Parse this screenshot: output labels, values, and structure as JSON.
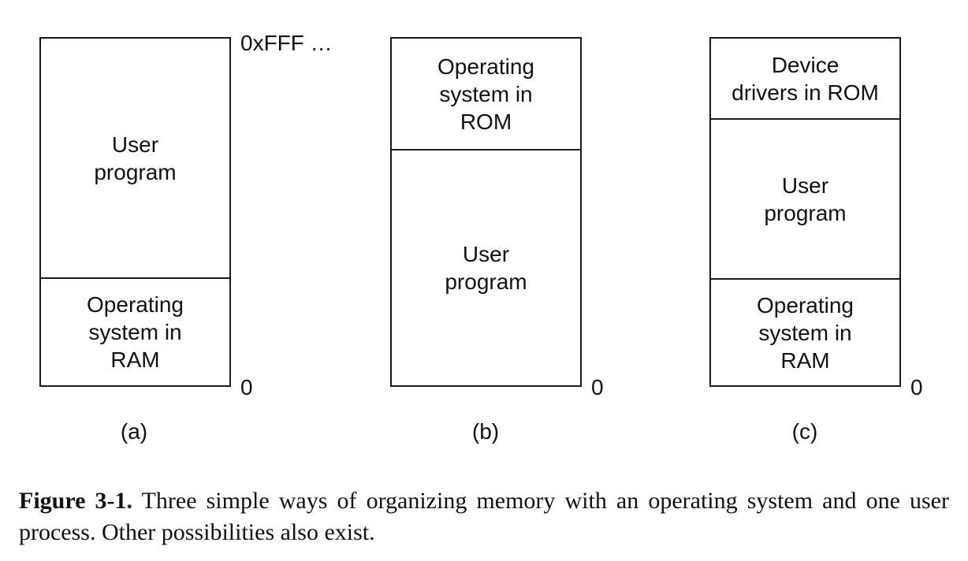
{
  "diagrams": {
    "a": {
      "label": "(a)",
      "regions": [
        "User\nprogram",
        "Operating\nsystem in\nRAM"
      ],
      "top_address": "0xFFF …",
      "bottom_address": "0"
    },
    "b": {
      "label": "(b)",
      "regions": [
        "Operating\nsystem in\nROM",
        "User\nprogram"
      ],
      "bottom_address": "0"
    },
    "c": {
      "label": "(c)",
      "regions": [
        "Device\ndrivers in ROM",
        "User\nprogram",
        "Operating\nsystem in\nRAM"
      ],
      "bottom_address": "0"
    }
  },
  "caption": {
    "label": "Figure 3-1.",
    "text": " Three simple ways of organizing memory with an operating system and one user process. Other possibilities also exist."
  }
}
